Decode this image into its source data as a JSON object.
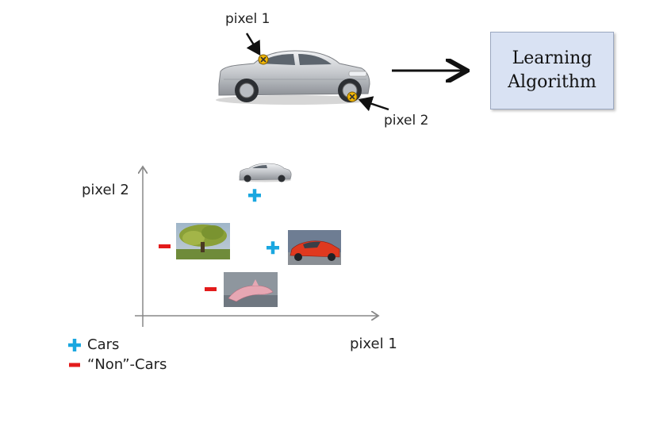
{
  "top": {
    "pixel1_label": "pixel 1",
    "pixel2_label": "pixel 2",
    "box_line1": "Learning",
    "box_line2": "Algorithm"
  },
  "plot": {
    "ylabel": "pixel 2",
    "xlabel": "pixel 1"
  },
  "legend": {
    "cars_label": "Cars",
    "noncars_label": "“Non”-Cars"
  },
  "colors": {
    "plus": "#1aa7e0",
    "minus": "#e31b1b",
    "marker": "#f2b705",
    "box_fill": "#d9e2f3"
  }
}
